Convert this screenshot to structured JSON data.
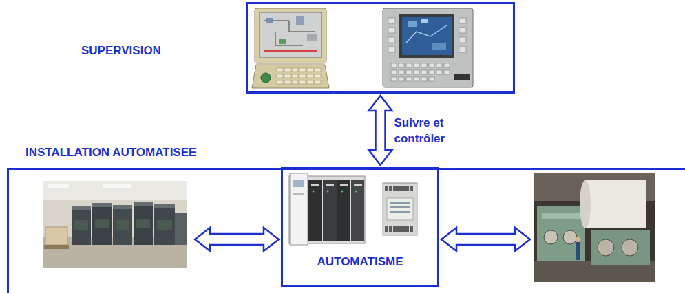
{
  "diagram": {
    "nodes": [
      {
        "text": [
          "SUPERVISION"
        ]
      },
      {
        "text": [
          "INSTALLATION AUTOMATISEE"
        ]
      },
      {
        "text": [
          "AUTOMATISME"
        ],
        "in": 1
      }
    ],
    "edges": [
      {
        "from": 0,
        "to": 2,
        "arrow": "both",
        "label": "Suivre et contrôler"
      }
    ]
  }
}
